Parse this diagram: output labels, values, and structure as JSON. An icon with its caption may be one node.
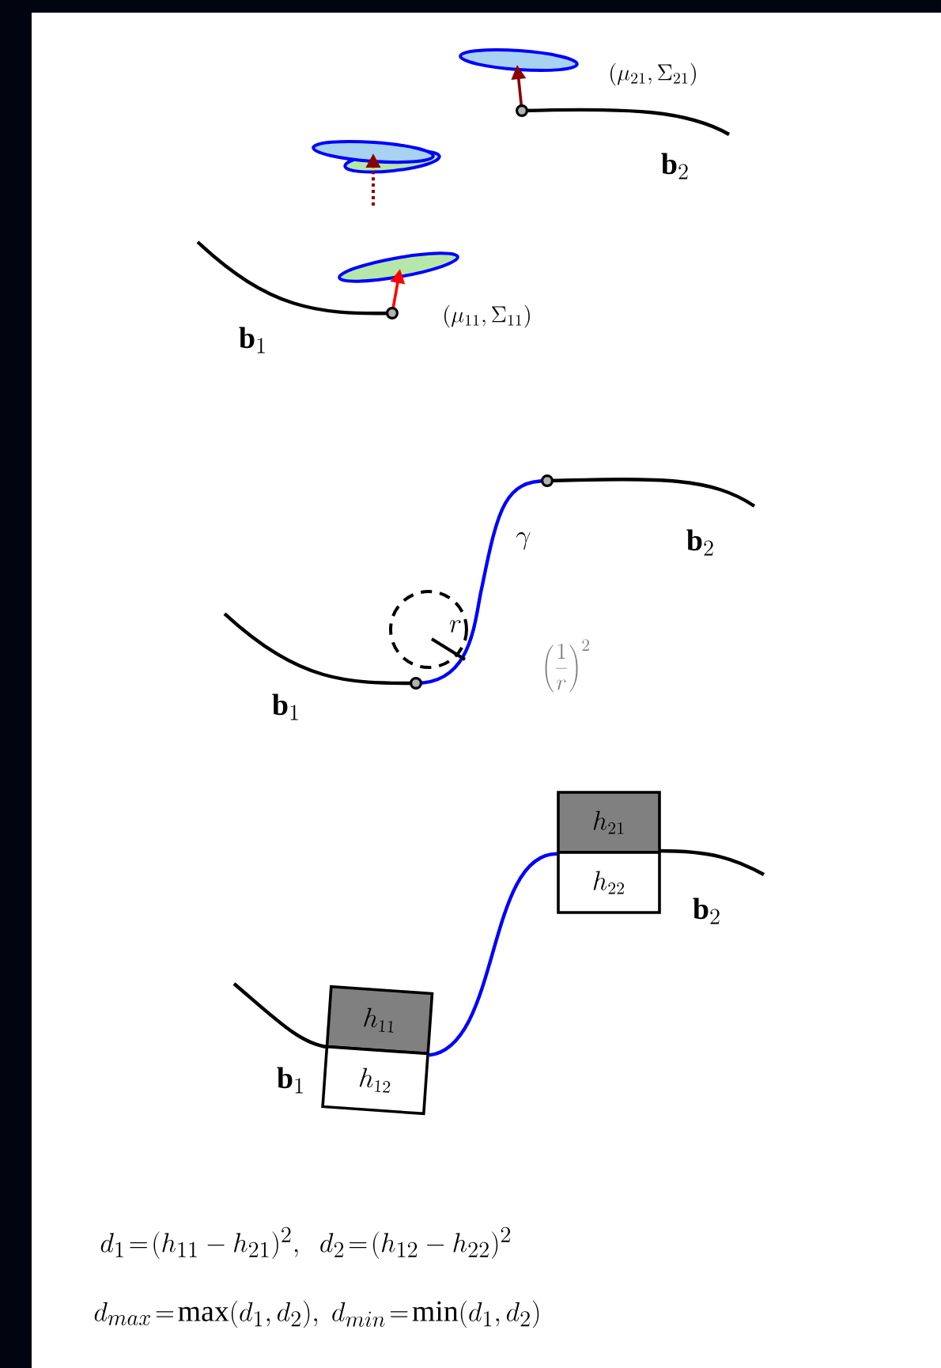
{
  "diagram": {
    "nodes": [
      {
        "text": [
          "h_{11}"
        ]
      },
      {
        "text": [
          "h_{12}"
        ]
      },
      {
        "text": [
          "h_{21}"
        ]
      },
      {
        "text": [
          "h_{22}"
        ]
      }
    ],
    "edges": [
      {
        "from": 0,
        "to": 2,
        "arrow": "none",
        "color": "#0000ff"
      }
    ],
    "labels": [
      "(\\mu_{21},\\Sigma_{21})",
      "\\mathbf{b}_{2}",
      "(\\mu_{11},\\Sigma_{11})",
      "\\mathbf{b}_{1}",
      "\\gamma",
      "r",
      "\\left(\\frac{1}{r}\\right)^{2}",
      "\\mathbf{b}_{2}",
      "\\mathbf{b}_{1}",
      "\\mathbf{b}_{2}",
      "\\mathbf{b}_{1}",
      "d_1\\!=\\!(h_{11}-h_{21})^2,\\ \\ d_2\\!=\\!(h_{12}-h_{22})^2",
      "d_{max}\\!=\\!\\max(d_1,d_2),\\ d_{min}\\!=\\!\\min(d_1,d_2)"
    ]
  }
}
